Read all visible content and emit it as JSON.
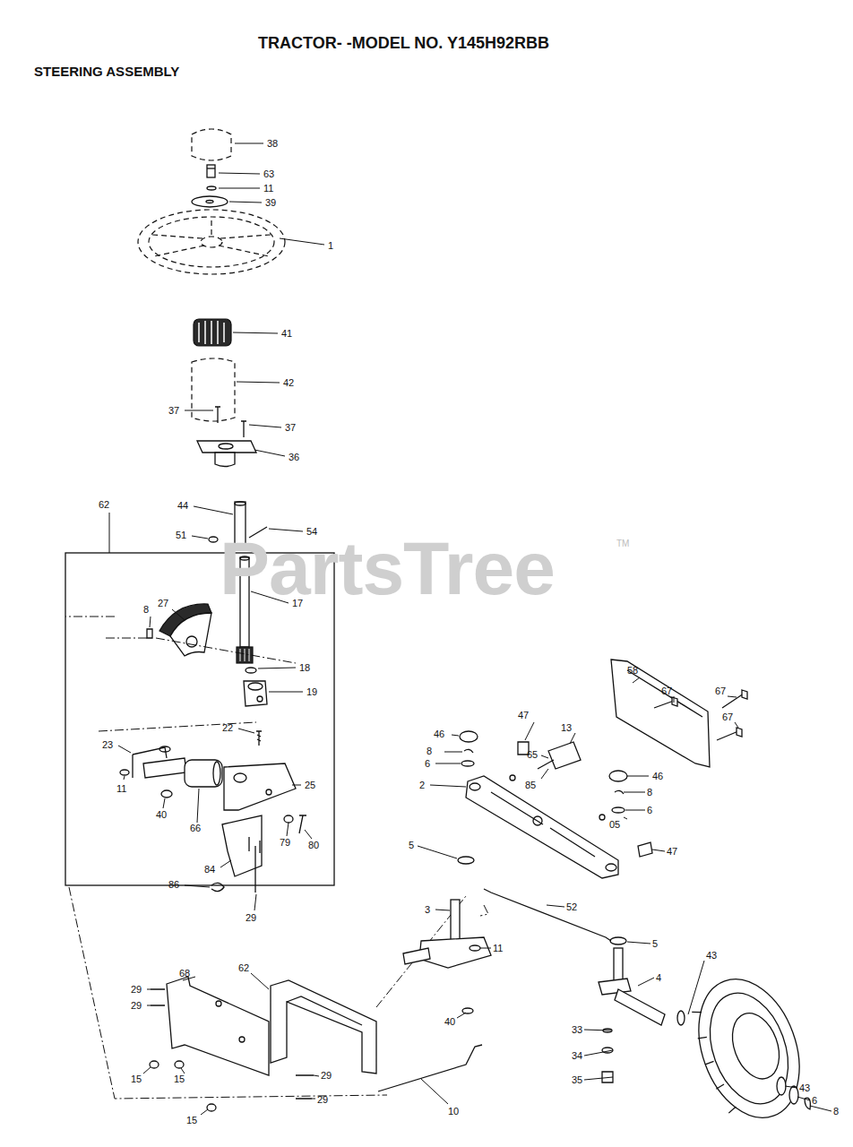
{
  "diagram": {
    "title": "TRACTOR- -MODEL NO. Y145H92RBB",
    "labels": [
      "STEERING ASSEMBLY",
      "38",
      "63",
      "11",
      "39",
      "1",
      "41",
      "42",
      "37",
      "37",
      "36",
      "62",
      "44",
      "54",
      "51",
      "PartsTree",
      "TM",
      "8",
      "27",
      "17",
      "18",
      "58",
      "19",
      "67",
      "67",
      "22",
      "47",
      "67",
      "46",
      "13",
      "23",
      "8",
      "65",
      "6",
      "46",
      "85",
      "2",
      "11",
      "25",
      "8",
      "6",
      "40",
      "05",
      "66",
      "79",
      "80",
      "5",
      "47",
      "84",
      "86",
      "52",
      "3",
      "29",
      "11",
      "5",
      "43",
      "62",
      "68",
      "4",
      "29",
      "29",
      "40",
      "33",
      "34",
      "29",
      "15",
      "15",
      "35",
      "43",
      "6",
      "29",
      "10",
      "8",
      "15"
    ]
  }
}
